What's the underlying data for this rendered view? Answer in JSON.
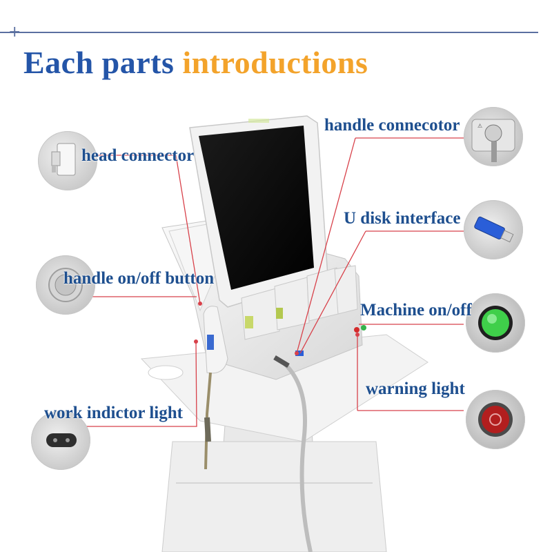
{
  "title": {
    "part1": "Each parts",
    "part2": "introductions"
  },
  "labels": {
    "head_connector": "head connector",
    "handle_connector": "handle connecotor",
    "u_disk": "U disk interface",
    "handle_button": "handle on/off button",
    "machine_onoff": "Machine on/off",
    "warning_light": "warning light",
    "work_light": "work indictor light"
  },
  "colors": {
    "title_blue": "#2455a8",
    "title_orange": "#f3a32b",
    "label_blue": "#1e4f8f",
    "leader_red": "#d8414a",
    "power_green": "#3fcf4a",
    "warning_red": "#b21e1e",
    "usb_blue": "#2a5ed8"
  },
  "icons": [
    "head-connector-photo",
    "handle-connector-photo",
    "usb-disk-photo",
    "round-button-photo",
    "green-power-button-photo",
    "red-warning-light-photo",
    "indicator-lights-photo"
  ]
}
